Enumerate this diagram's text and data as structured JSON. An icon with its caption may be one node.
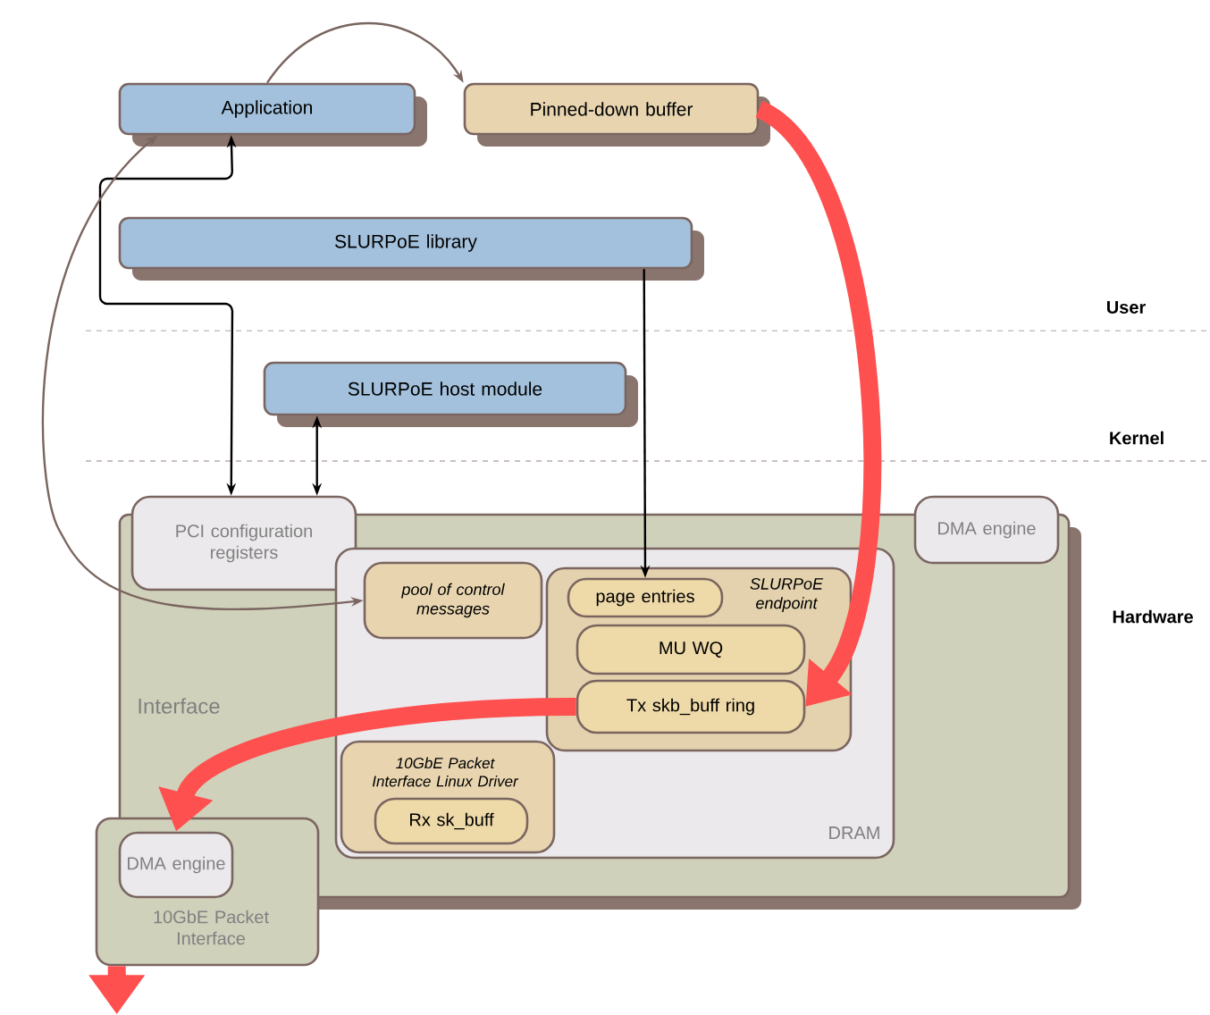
{
  "diagram": {
    "nodes": [
      {
        "text": [
          "Application"
        ]
      },
      {
        "text": [
          "Pinned-down buffer"
        ]
      },
      {
        "text": [
          "SLURPoE library"
        ]
      },
      {
        "text": [
          "SLURPoE host module"
        ]
      },
      {
        "text": [
          "Interface"
        ]
      },
      {
        "text": [
          "PCI configuration registers"
        ]
      },
      {
        "text": [
          "DMA engine"
        ]
      },
      {
        "text": [
          "DRAM"
        ],
        "in": 4
      },
      {
        "text": [
          "pool of control messages"
        ],
        "in": 7
      },
      {
        "text": [
          "SLURPoE endpoint"
        ],
        "in": 7
      },
      {
        "text": [
          "page entries"
        ],
        "in": 9
      },
      {
        "text": [
          "MU WQ"
        ],
        "in": 9
      },
      {
        "text": [
          "Tx skb_buff ring"
        ],
        "in": 9
      },
      {
        "text": [
          "10GbE Packet Interface Linux Driver"
        ],
        "in": 7
      },
      {
        "text": [
          "Rx sk_buff"
        ],
        "in": 13
      },
      {
        "text": [
          "10GbE Packet Interface"
        ]
      },
      {
        "text": [
          "DMA engine"
        ],
        "in": 15
      }
    ],
    "edges": [
      {
        "from": 0,
        "to": 1,
        "arrow": "to",
        "color": "#7a6560"
      },
      {
        "from": 0,
        "to": 5,
        "arrow": "both"
      },
      {
        "from": 3,
        "to": 5,
        "arrow": "both"
      },
      {
        "from": 2,
        "to": 10,
        "arrow": "to"
      },
      {
        "from": 8,
        "to": 0,
        "arrow": "both",
        "color": "#7a6560"
      },
      {
        "from": 1,
        "to": 12,
        "arrow": "to",
        "style": "thick",
        "color": "#ff5050"
      },
      {
        "from": 12,
        "to": 16,
        "arrow": "to",
        "style": "thick",
        "color": "#ff5050"
      },
      {
        "from": 15,
        "to": null,
        "arrow": "to",
        "style": "thick",
        "color": "#ff5050"
      }
    ],
    "labels": [
      "User",
      "Kernel",
      "Hardware"
    ]
  }
}
